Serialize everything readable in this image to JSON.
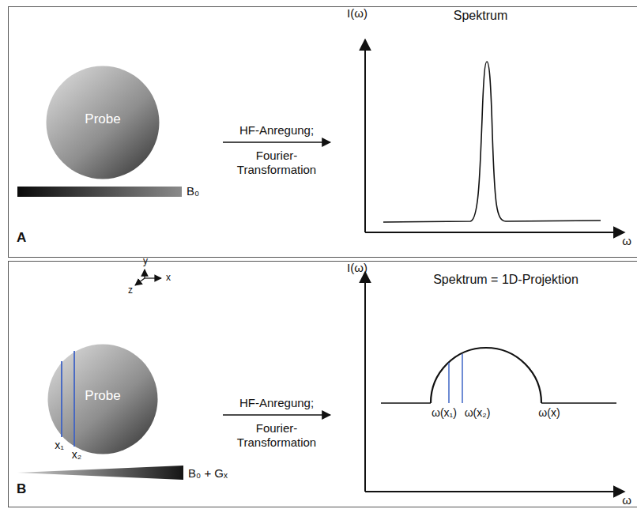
{
  "diagram": {
    "nodes": [
      {
        "text": [
          "A"
        ]
      },
      {
        "text": [
          "Probe"
        ],
        "in": 0
      },
      {
        "text": [
          "B"
        ]
      },
      {
        "text": [
          "Probe"
        ],
        "in": 2
      }
    ],
    "labels": [
      "B₀",
      "HF-Anregung;",
      "Fourier-Transformation",
      "I(ω)",
      "Spektrum",
      "ω",
      "y",
      "x",
      "z",
      "x₁",
      "x₂",
      "B₀ + Gₓ",
      "HF-Anregung;",
      "Fourier-Transformation",
      "I(ω)",
      "Spektrum = 1D-Projektion",
      "ω(x₁)",
      "ω(x₂)",
      "ω(x)",
      "ω"
    ]
  }
}
